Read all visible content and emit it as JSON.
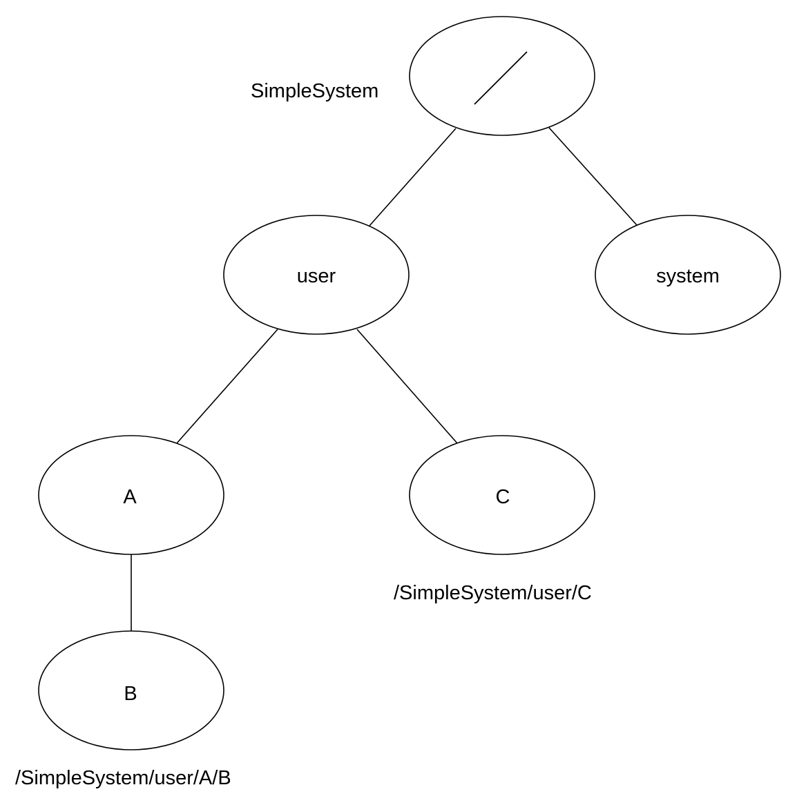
{
  "diagram": {
    "root_caption": "SimpleSystem",
    "nodes": {
      "root": {
        "label": ""
      },
      "user": {
        "label": "user"
      },
      "system": {
        "label": "system"
      },
      "a": {
        "label": "A"
      },
      "c": {
        "label": "C"
      },
      "b": {
        "label": "B"
      }
    },
    "edges": [
      {
        "from": "root",
        "to": "user"
      },
      {
        "from": "root",
        "to": "system"
      },
      {
        "from": "user",
        "to": "a"
      },
      {
        "from": "user",
        "to": "c"
      },
      {
        "from": "a",
        "to": "b"
      }
    ],
    "path_captions": {
      "c": "/SimpleSystem/user/C",
      "b": "/SimpleSystem/user/A/B"
    }
  }
}
